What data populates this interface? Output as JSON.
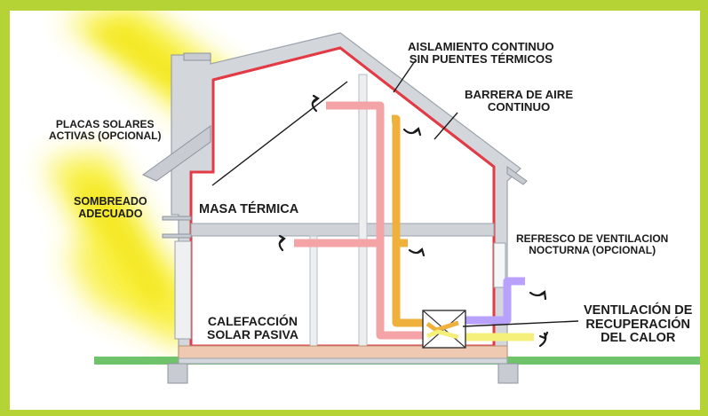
{
  "labels": {
    "aislamiento": [
      "AISLAMIENTO CONTINUO",
      "SIN PUENTES TÉRMICOS"
    ],
    "barrera": [
      "BARRERA DE AIRE",
      "CONTINUO"
    ],
    "placas": [
      "PLACAS SOLARES",
      "ACTIVAS (OPCIONAL)"
    ],
    "sombreado": [
      "SOMBREADO",
      "ADECUADO"
    ],
    "masa": "MASA TÉRMICA",
    "refresco": [
      "REFRESCO DE VENTILACION",
      "NOCTURNA (OPCIONAL)"
    ],
    "calefaccion": [
      "CALEFACCIÓN",
      "SOLAR PASIVA"
    ],
    "ventilacion": [
      "VENTILACIÓN DE",
      "RECUPERACIÓN",
      "DEL CALOR"
    ]
  },
  "colors": {
    "frame": "#b5d334",
    "sunlight": "#f7ee2a",
    "wall": "#d3d7dc",
    "wall_edge": "#9aa2ab",
    "air_barrier": "#e23b46",
    "stale_duct": "#f4a3a6",
    "fresh_duct": "#f0b03c",
    "exhaust_duct": "#b9a2ff",
    "intake_duct": "#f5f07a",
    "ground": "#6fc46b"
  },
  "icons": [
    "airflow-arrow-icon",
    "heat-exchanger-icon"
  ]
}
